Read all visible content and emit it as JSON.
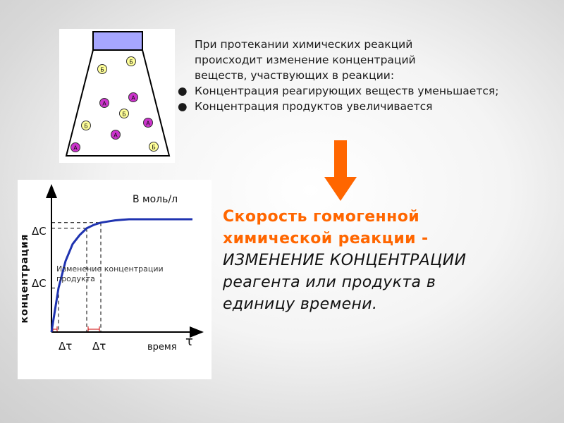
{
  "colors": {
    "accent": "#ff6600",
    "curve": "#1f33b0",
    "particle_a": "#cc33cc",
    "particle_b": "#ffff99",
    "flask_top": "#a6a6ff"
  },
  "flask": {
    "particles": [
      {
        "label": "Б"
      },
      {
        "label": "Б"
      },
      {
        "label": "А"
      },
      {
        "label": "А"
      },
      {
        "label": "Б"
      },
      {
        "label": "Б"
      },
      {
        "label": "А"
      },
      {
        "label": "А"
      },
      {
        "label": "А"
      },
      {
        "label": "Б"
      }
    ]
  },
  "intro": {
    "line1": "При протекании химических реакций",
    "line2": "происходит изменение концентраций",
    "line3": "веществ, участвующих в реакции:",
    "bullets": [
      {
        "marker": "●",
        "text": "Концентрация реагирующих веществ уменьшается;"
      },
      {
        "marker": "●",
        "text": "Концентрация продуктов увеличивается"
      }
    ]
  },
  "definition": {
    "bold_line1": "Скорость гомогенной",
    "bold_line2": "химической реакции -",
    "italic_line1": "ИЗМЕНЕНИЕ КОНЦЕНТРАЦИИ",
    "italic_line2": "реагента или продукта в",
    "italic_line3": "единицу времени."
  },
  "chart_data": {
    "type": "line",
    "ylabel": "концентрация",
    "xlabel": "время",
    "x_symbol": "τ",
    "curve_label": "В моль/л",
    "annotation": "Изменение концентрации продукта",
    "y_tick_labels": [
      "ΔC",
      "ΔC"
    ],
    "x_tick_labels": [
      "Δτ",
      "Δτ"
    ],
    "series": [
      {
        "x": [
          0,
          0.5,
          1,
          1.5,
          2,
          2.5,
          3,
          3.5,
          4,
          4.5,
          5,
          5.5,
          6,
          6.5,
          7,
          8,
          9,
          10
        ],
        "y": [
          0,
          0.39,
          0.63,
          0.78,
          0.86,
          0.92,
          0.95,
          0.97,
          0.98,
          0.99,
          0.995,
          1,
          1,
          1,
          1,
          1,
          1,
          1
        ]
      }
    ],
    "xlim": [
      0,
      10
    ],
    "ylim": [
      0,
      1.3
    ]
  }
}
